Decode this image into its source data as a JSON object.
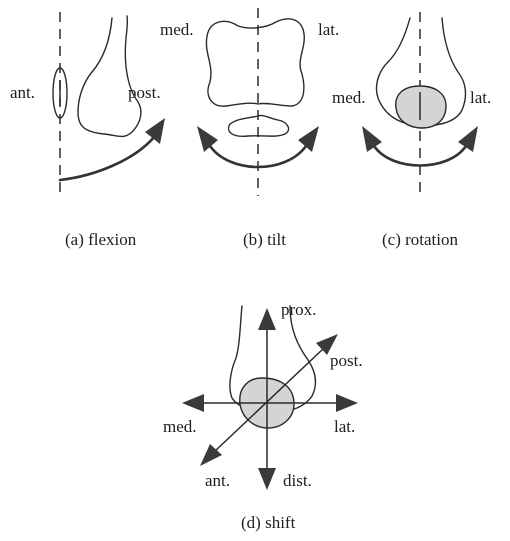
{
  "panels": {
    "flexion": {
      "caption": "(a) flexion",
      "label_ant": "ant.",
      "label_post": "post."
    },
    "tilt": {
      "caption": "(b) tilt",
      "label_med": "med.",
      "label_lat": "lat."
    },
    "rotation": {
      "caption": "(c) rotation",
      "label_med": "med.",
      "label_lat": "lat."
    },
    "shift": {
      "caption": "(d) shift",
      "label_prox": "prox.",
      "label_post": "post.",
      "label_med": "med.",
      "label_lat": "lat.",
      "label_ant": "ant.",
      "label_dist": "dist."
    }
  }
}
